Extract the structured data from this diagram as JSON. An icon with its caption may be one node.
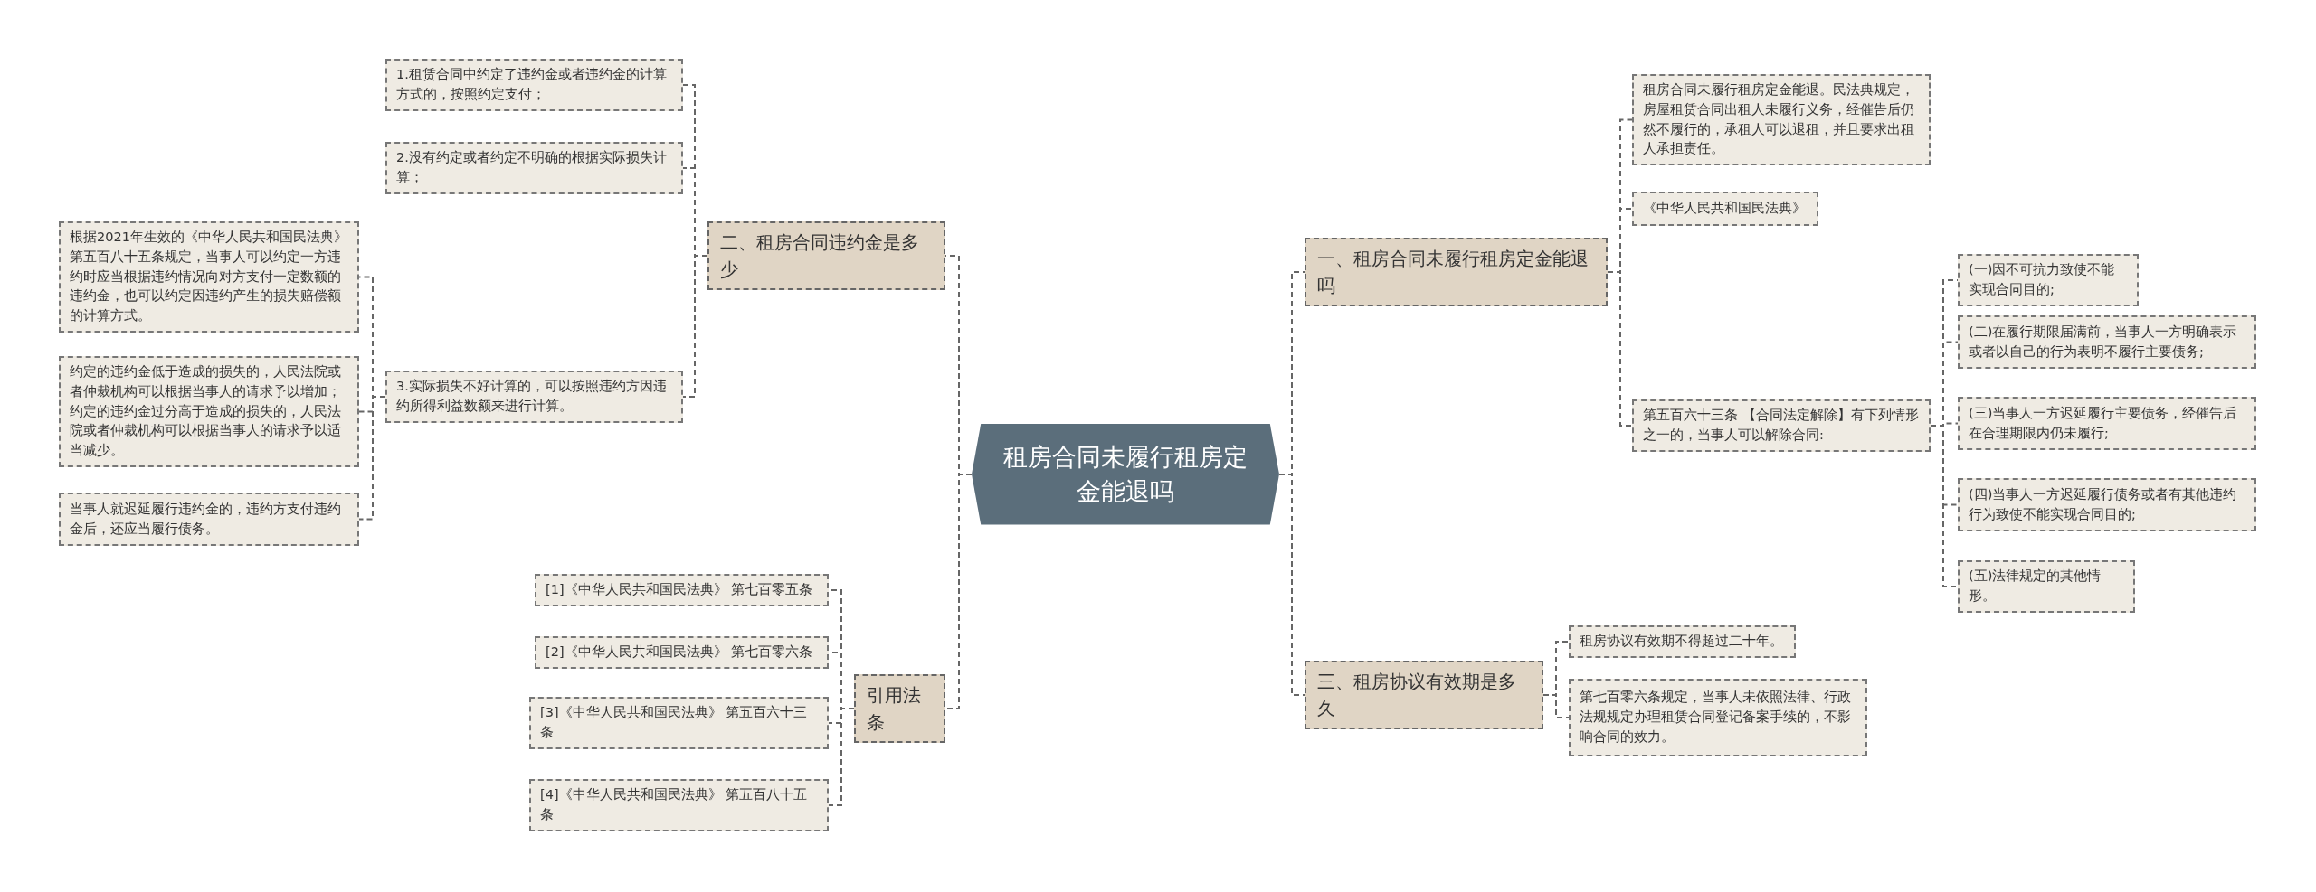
{
  "diagram": {
    "nodes": [
      {
        "text": [
          "租房合同未履行租房定金能退吗"
        ]
      },
      {
        "text": [
          "一、租房合同未履行租房定金能退吗"
        ]
      },
      {
        "text": [
          "租房合同未履行租房定金能退。民法典规定，房屋租赁合同出租人未履行义务，经催告后仍然不履行的，承租人可以退租，并且要求出租人承担责任。"
        ]
      },
      {
        "text": [
          "《中华人民共和国民法典》"
        ]
      },
      {
        "text": [
          "第五百六十三条 【合同法定解除】有下列情形之一的，当事人可以解除合同:"
        ]
      },
      {
        "text": [
          "(一)因不可抗力致使不能实现合同目的;"
        ]
      },
      {
        "text": [
          "(二)在履行期限届满前，当事人一方明确表示或者以自己的行为表明不履行主要债务;"
        ]
      },
      {
        "text": [
          "(三)当事人一方迟延履行主要债务，经催告后在合理期限内仍未履行;"
        ]
      },
      {
        "text": [
          "(四)当事人一方迟延履行债务或者有其他违约行为致使不能实现合同目的;"
        ]
      },
      {
        "text": [
          "(五)法律规定的其他情形。"
        ]
      },
      {
        "text": [
          "三、租房协议有效期是多久"
        ]
      },
      {
        "text": [
          "租房协议有效期不得超过二十年。"
        ]
      },
      {
        "text": [
          "第七百零六条规定，当事人未依照法律、行政法规规定办理租赁合同登记备案手续的，不影响合同的效力。"
        ]
      },
      {
        "text": [
          "二、租房合同违约金是多少"
        ]
      },
      {
        "text": [
          "1.租赁合同中约定了违约金或者违约金的计算方式的，按照约定支付；"
        ]
      },
      {
        "text": [
          "2.没有约定或者约定不明确的根据实际损失计算；"
        ]
      },
      {
        "text": [
          "3.实际损失不好计算的，可以按照违约方因违约所得利益数额来进行计算。"
        ]
      },
      {
        "text": [
          "根据2021年生效的《中华人民共和国民法典》第五百八十五条规定，当事人可以约定一方违约时应当根据违约情况向对方支付一定数额的违约金，也可以约定因违约产生的损失赔偿额的计算方式。"
        ]
      },
      {
        "text": [
          "约定的违约金低于造成的损失的，人民法院或者仲裁机构可以根据当事人的请求予以增加；约定的违约金过分高于造成的损失的，人民法院或者仲裁机构可以根据当事人的请求予以适当减少。"
        ]
      },
      {
        "text": [
          "当事人就迟延履行违约金的，违约方支付违约金后，还应当履行债务。"
        ]
      },
      {
        "text": [
          "引用法条"
        ]
      },
      {
        "text": [
          "[1]《中华人民共和国民法典》 第七百零五条"
        ]
      },
      {
        "text": [
          "[2]《中华人民共和国民法典》 第七百零六条"
        ]
      },
      {
        "text": [
          "[3]《中华人民共和国民法典》 第五百六十三条"
        ]
      },
      {
        "text": [
          "[4]《中华人民共和国民法典》 第五百八十五条"
        ]
      }
    ],
    "edges": [
      {
        "from": 0,
        "to": 1,
        "arrow": "none",
        "style": "dashed"
      },
      {
        "from": 1,
        "to": 2,
        "arrow": "none",
        "style": "dashed"
      },
      {
        "from": 1,
        "to": 3,
        "arrow": "none",
        "style": "dashed"
      },
      {
        "from": 1,
        "to": 4,
        "arrow": "none",
        "style": "dashed"
      },
      {
        "from": 4,
        "to": 5,
        "arrow": "none",
        "style": "dashed"
      },
      {
        "from": 4,
        "to": 6,
        "arrow": "none",
        "style": "dashed"
      },
      {
        "from": 4,
        "to": 7,
        "arrow": "none",
        "style": "dashed"
      },
      {
        "from": 4,
        "to": 8,
        "arrow": "none",
        "style": "dashed"
      },
      {
        "from": 4,
        "to": 9,
        "arrow": "none",
        "style": "dashed"
      },
      {
        "from": 0,
        "to": 10,
        "arrow": "none",
        "style": "dashed"
      },
      {
        "from": 10,
        "to": 11,
        "arrow": "none",
        "style": "dashed"
      },
      {
        "from": 10,
        "to": 12,
        "arrow": "none",
        "style": "dashed"
      },
      {
        "from": 0,
        "to": 13,
        "arrow": "none",
        "style": "dashed"
      },
      {
        "from": 13,
        "to": 14,
        "arrow": "none",
        "style": "dashed"
      },
      {
        "from": 13,
        "to": 15,
        "arrow": "none",
        "style": "dashed"
      },
      {
        "from": 13,
        "to": 16,
        "arrow": "none",
        "style": "dashed"
      },
      {
        "from": 16,
        "to": 17,
        "arrow": "none",
        "style": "dashed"
      },
      {
        "from": 16,
        "to": 18,
        "arrow": "none",
        "style": "dashed"
      },
      {
        "from": 16,
        "to": 19,
        "arrow": "none",
        "style": "dashed"
      },
      {
        "from": 0,
        "to": 20,
        "arrow": "none",
        "style": "dashed"
      },
      {
        "from": 20,
        "to": 21,
        "arrow": "none",
        "style": "dashed"
      },
      {
        "from": 20,
        "to": 22,
        "arrow": "none",
        "style": "dashed"
      },
      {
        "from": 20,
        "to": 23,
        "arrow": "none",
        "style": "dashed"
      },
      {
        "from": 20,
        "to": 24,
        "arrow": "none",
        "style": "dashed"
      }
    ]
  }
}
